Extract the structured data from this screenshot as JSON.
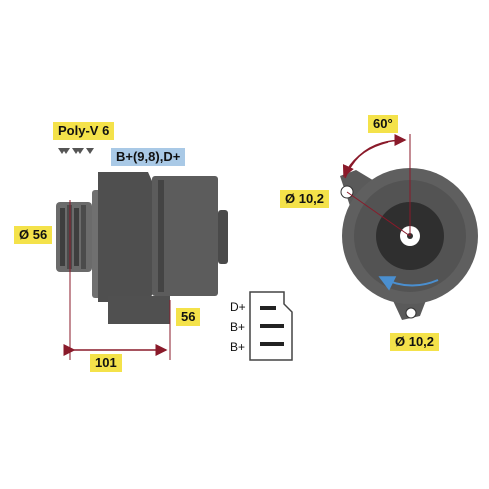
{
  "labels": {
    "belt": "Poly-V 6",
    "connection": "B+(9,8),D+",
    "pulley_diameter": "Ø 56",
    "length": "101",
    "depth": "56",
    "angle": "60°",
    "hole_upper": "Ø 10,2",
    "hole_lower": "Ø 10,2"
  },
  "terminals": [
    "D+",
    "B+",
    "B+"
  ],
  "colors": {
    "label_yellow": "#f4e24a",
    "label_blue": "#a9c9e6",
    "body_gray": "#5a5a5a",
    "dimension_line": "#8a1a2a",
    "rotation_arrow": "#4a8fd0"
  }
}
